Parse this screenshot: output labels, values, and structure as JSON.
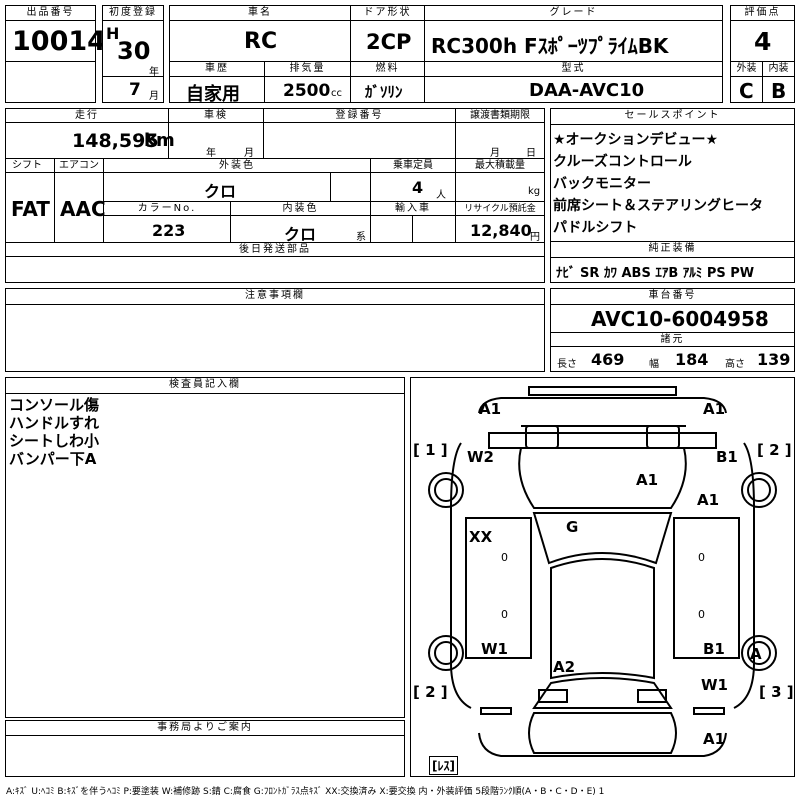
{
  "headers": {
    "lot_number": "出品番号",
    "first_reg": "初度登録",
    "car_name": "車名",
    "door": "ドア形状",
    "grade": "グレード",
    "score": "評価点",
    "history": "車歴",
    "displacement": "排気量",
    "fuel": "燃料",
    "model_code": "型式",
    "exterior": "外装",
    "interior": "内装",
    "mileage": "走行",
    "inspection": "車検",
    "reg_number": "登録番号",
    "transfer_deadline": "譲渡書類期限",
    "shift": "シフト",
    "aircon": "エアコン",
    "ext_color": "外装色",
    "capacity": "乗車定員",
    "max_load": "最大積載量",
    "color_no": "カラーNo.",
    "int_color": "内装色",
    "import": "輸入車",
    "recycle": "リサイクル預託金",
    "later_parts": "後日発送部品",
    "sales_point": "セールスポイント",
    "genuine_equip": "純正装備",
    "notes": "注意事項欄",
    "chassis": "車台番号",
    "specs": "諸元",
    "inspector": "検査員記入欄",
    "office": "事務局よりご案内"
  },
  "vehicle": {
    "lot_number": "10014",
    "era": "H",
    "year": "30",
    "year_unit": "年",
    "month": "7",
    "month_unit": "月",
    "name": "RC",
    "door": "2CP",
    "grade": "RC300h FｽﾎﾟｰﾂﾌﾟﾗｲﾑBK",
    "score": "4",
    "history": "自家用",
    "displacement": "2500",
    "displacement_unit": "cc",
    "fuel": "ｶﾞｿﾘﾝ",
    "model_code": "DAA-AVC10",
    "exterior_grade": "C",
    "interior_grade": "B",
    "mileage": "148,595",
    "mileage_unit": "km",
    "inspection_year_unit": "年",
    "inspection_month_unit": "月",
    "deadline_month_unit": "月",
    "deadline_day_unit": "日",
    "shift": "FAT",
    "aircon": "AAC",
    "ext_color": "クロ",
    "capacity": "4",
    "capacity_unit": "人",
    "load_unit": "kg",
    "color_no": "223",
    "int_color": "クロ",
    "int_color_unit": "系",
    "recycle": "12,840",
    "recycle_unit": "円",
    "chassis": "AVC10-6004958",
    "length_label": "長さ",
    "length": "469",
    "width_label": "幅",
    "width": "184",
    "height_label": "高さ",
    "height": "139"
  },
  "sales_points": [
    "★オークションデビュー★",
    "クルーズコントロール",
    "バックモニター",
    "前席シート＆ステアリングヒータ",
    "パドルシフト"
  ],
  "equipment": [
    "ﾅﾋﾞ",
    "SR",
    "ｶﾜ",
    "ABS",
    "ｴｱB",
    "ｱﾙﾐ",
    "PS",
    "PW"
  ],
  "inspector_notes": [
    "コンソール傷",
    "ハンドルすれ",
    "シートしわ小",
    "バンパー下A"
  ],
  "diagram": {
    "corner_1": "[ 1 ]",
    "corner_2": "[ 2 ]",
    "corner_3": "[ 3 ]",
    "corner_2b": "[ 2 ]",
    "rest": "[ﾚｽ]",
    "marks": {
      "front_left_top": "A1",
      "front_right_top": "A1",
      "front_left_fender": "W2",
      "front_right_fender": "B1",
      "hood": "A1",
      "right_front_door": "A1",
      "left_door": "XX",
      "roof": "G",
      "left_rear": "W1",
      "trunk": "A2",
      "right_rear": "B1",
      "right_rear_wheel": "A",
      "right_rear_lower": "W1",
      "rear_bumper": "A1",
      "left_zero": "0",
      "right_zero": "0",
      "left_zero2": "0",
      "right_zero2": "0"
    }
  },
  "legend": "A:ｷｽﾞ U:ﾍｺﾐ B:ｷｽﾞを伴うﾍｺﾐ P:要塗装 W:補修跡 S:錆 C:腐食 G:ﾌﾛﾝﾄｶﾞﾗｽ点ｷｽﾞ XX:交換済み X:要交換 内・外装評価 5段階ﾗﾝｸ順(A・B・C・D・E) 1"
}
